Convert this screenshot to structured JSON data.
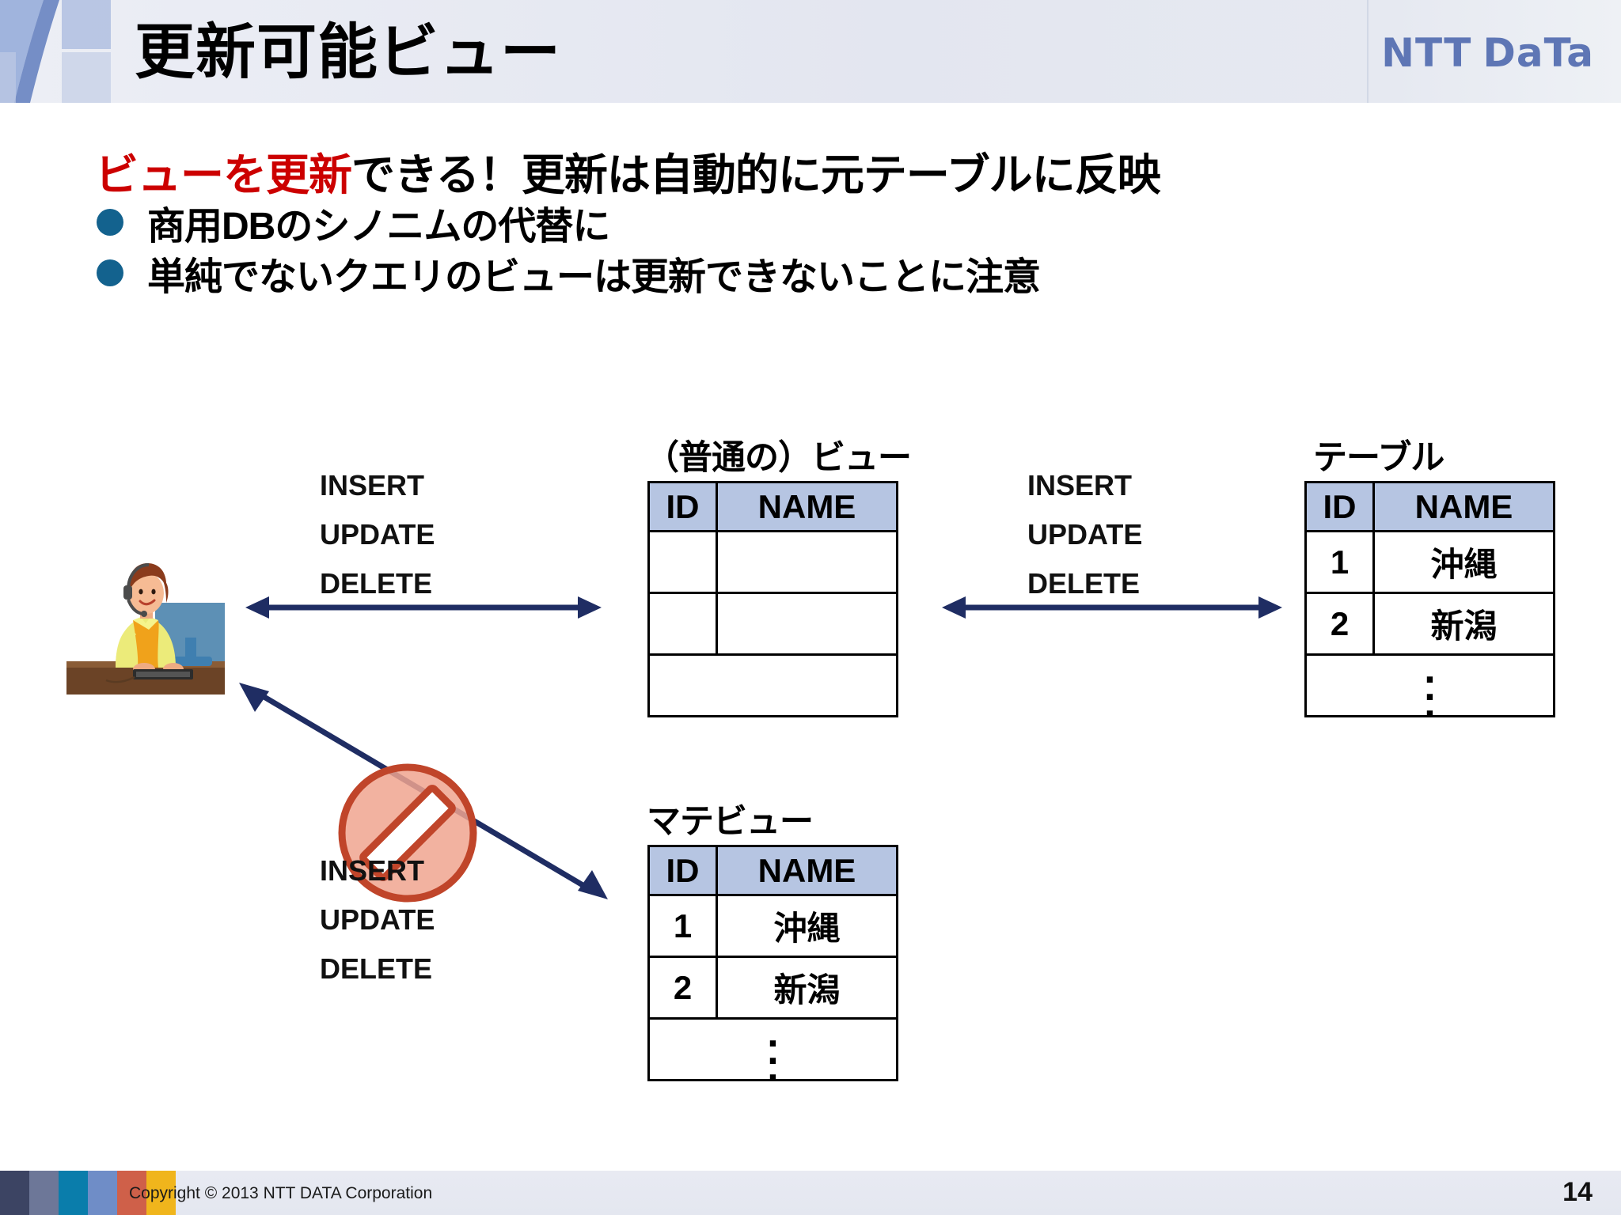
{
  "header": {
    "title": "更新可能ビュー",
    "logo_primary": "NTT",
    "logo_secondary": "DaTa"
  },
  "content": {
    "headline_red": "ビューを更新",
    "headline_black": "できる！更新は自動的に元テーブルに反映",
    "bullets": [
      {
        "text": "商用DBのシノニムの代替に"
      },
      {
        "text": "単純でないクエリのビューは更新できないことに注意"
      }
    ]
  },
  "diagram": {
    "ops_left": {
      "line1": "INSERT",
      "line2": "UPDATE",
      "line3": "DELETE"
    },
    "ops_right": {
      "line1": "INSERT",
      "line2": "UPDATE",
      "line3": "DELETE"
    },
    "ops_denied": {
      "line1": "INSERT",
      "line2": "UPDATE",
      "line3": "DELETE"
    },
    "view_table": {
      "caption": "（普通の）ビュー",
      "columns": [
        "ID",
        "NAME"
      ],
      "rows": [
        [
          "",
          ""
        ],
        [
          "",
          ""
        ]
      ],
      "footer_cell": ""
    },
    "source_table": {
      "caption": "テーブル",
      "columns": [
        "ID",
        "NAME"
      ],
      "rows": [
        [
          "1",
          "沖縄"
        ],
        [
          "2",
          "新潟"
        ]
      ],
      "footer_cell": "⋮"
    },
    "matview_table": {
      "caption": "マテビュー",
      "columns": [
        "ID",
        "NAME"
      ],
      "rows": [
        [
          "1",
          "沖縄"
        ],
        [
          "2",
          "新潟"
        ]
      ],
      "footer_cell": "⋮"
    },
    "icons": {
      "operator": "operator-at-computer-icon",
      "prohibited": "prohibition-sign-icon",
      "arrow_view": "double-headed-arrow-icon",
      "arrow_table": "double-headed-arrow-icon",
      "arrow_matview": "double-headed-arrow-icon"
    }
  },
  "footer": {
    "copyright": "Copyright © 2013 NTT DATA Corporation",
    "page_number": "14",
    "bar_colors": [
      "#3c4463",
      "#6d7798",
      "#0a7dab",
      "#6f8dc7",
      "#cf6049",
      "#f0b51c"
    ]
  },
  "colors": {
    "accent_red": "#cc0000",
    "bullet_blue": "#13628e",
    "table_header_blue": "#b6c5e2",
    "arrow_navy": "#1f2d63",
    "logo_blue": "#5e76b5"
  }
}
